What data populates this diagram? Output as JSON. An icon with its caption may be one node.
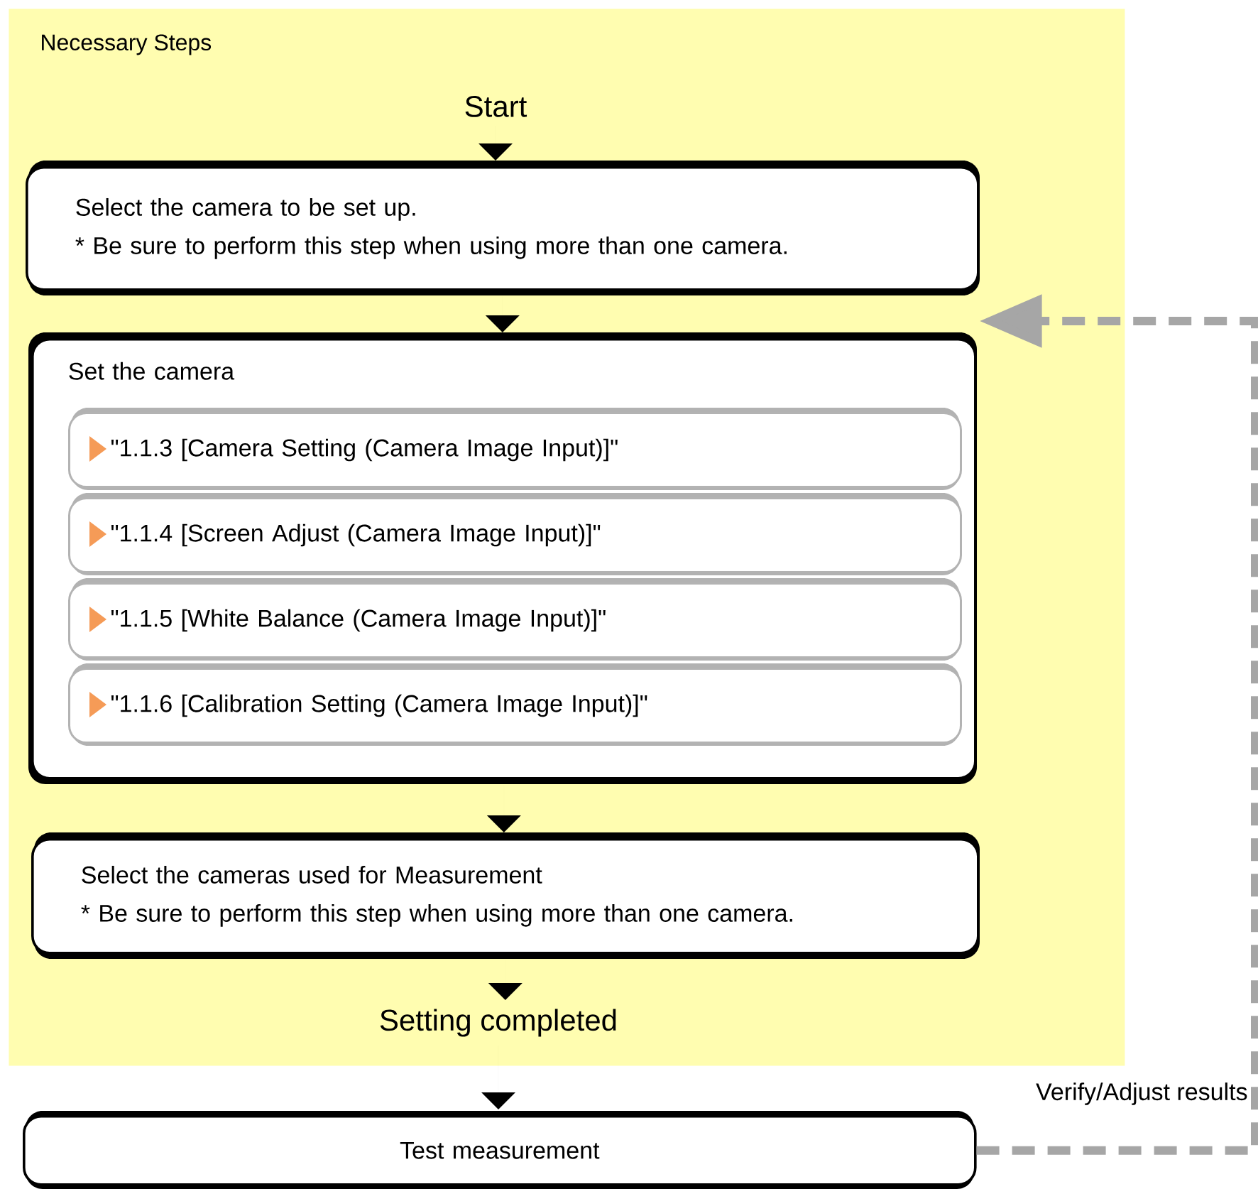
{
  "diagram": {
    "nodes": [
      {
        "text": [
          "Necessary Steps"
        ]
      },
      {
        "text": [
          "Start"
        ],
        "in": 0
      },
      {
        "text": [
          "Select the camera to be set up.",
          "* Be sure to perform this step when using more than one camera."
        ],
        "in": 0
      },
      {
        "text": [
          "Set the camera"
        ],
        "in": 0
      },
      {
        "text": [
          "\"1.1.3 [Camera Setting (Camera Image Input)]\""
        ],
        "in": 3
      },
      {
        "text": [
          "\"1.1.4 [Screen Adjust (Camera Image Input)]\""
        ],
        "in": 3
      },
      {
        "text": [
          "\"1.1.5 [White Balance (Camera Image Input)]\""
        ],
        "in": 3
      },
      {
        "text": [
          "\"1.1.6 [Calibration Setting (Camera Image Input)]\""
        ],
        "in": 3
      },
      {
        "text": [
          "Select the cameras used for Measurement",
          "* Be sure to perform this step when using more than one camera."
        ],
        "in": 0
      },
      {
        "text": [
          "Setting completed"
        ],
        "in": 0
      },
      {
        "text": [
          "Test measurement"
        ]
      }
    ],
    "edges": [
      {
        "from": 1,
        "to": 2,
        "arrow": "to"
      },
      {
        "from": 2,
        "to": 3,
        "arrow": "to"
      },
      {
        "from": 3,
        "to": 8,
        "arrow": "to"
      },
      {
        "from": 8,
        "to": 9,
        "arrow": "to"
      },
      {
        "from": 9,
        "to": 10,
        "arrow": "to"
      },
      {
        "from": 10,
        "to": 3,
        "arrow": "to",
        "label": "Verify/Adjust results",
        "style": "dashed",
        "color": "#a6a6a6"
      }
    ]
  }
}
